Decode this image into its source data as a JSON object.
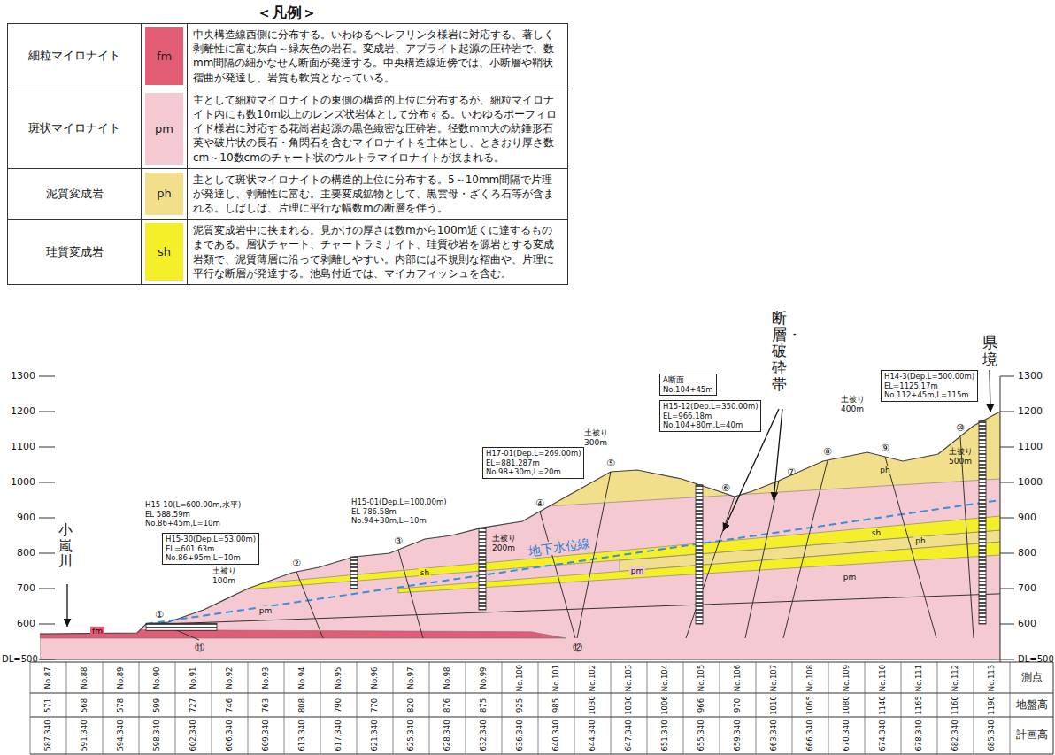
{
  "diagram": {
    "title": "＜凡例＞",
    "nodes": [
      {
        "text": [
          "H15-10(L=600.00m,水平)",
          "EL 588.59m",
          "No.86+45m,L=10m"
        ]
      },
      {
        "text": [
          "H15-30(Dep.L=53.00m)",
          "EL=601.63m",
          "No.86+95m,L=10m"
        ]
      },
      {
        "text": [
          "H15-01(Dep.L=100.00m)",
          "EL 786.58m",
          "No.94+30m,L=10m"
        ]
      },
      {
        "text": [
          "H17-01(Dep.L=269.00m)",
          "EL=881.287m",
          "No.98+30m,L=20m"
        ]
      },
      {
        "text": [
          "A断面",
          "No.104+45m"
        ]
      },
      {
        "text": [
          "H15-12(Dep.L=350.00m)",
          "EL=966.18m",
          "No.104+80m,L=40m"
        ]
      },
      {
        "text": [
          "H14-3(Dep.L=500.00m)",
          "EL=1125.17m",
          "No.112+45m,L=115m"
        ]
      }
    ],
    "labels": [
      "fm",
      "中央構造線西側に分布する。いわゆるヘレフリンタ様岩に対応する、著しく剥離性に富む灰白～緑灰色の岩石。変成岩、アプライト起源の圧砕岩で、数mm間隔の細かなせん断面が発達する。中央構造線近傍では、小断層や鞘状褶曲が発達し、岩質も軟質となっている。",
      "pm",
      "主として細粒マイロナイトの東側の構造的上位に分布するが、細粒マイロナイト内にも数10m以上のレンズ状岩体として分布する。いわゆるポーフィロイド様岩に対応する花崗岩起源の黒色緻密な圧砕岩。径数mm大の紡錘形石英や破片状の長石・角閃石を含むマイロナイトを主体とし、ときおり厚さ数cm～10数cmのチャート状のウルトラマイロナイトが挟まれる。",
      "ph",
      "主として斑状マイロナイトの構造的上位に分布する。5～10mm間隔で片理が発達し、剥離性に富む。主要変成鉱物として、黒雲母・ざくろ石等が含まれる。しばしば、片理に平行な幅数mの断層を伴う。",
      "sh",
      "泥質変成岩中に挟まれる。見かけの厚さは数mから100m近くに達するものまである。層状チャート、チャートラミナイト、珪質砂岩を源岩とする変成岩類で、泥質薄層に沿って剥離しやすい。内部には不規則な褶曲や、片理に平行な断層が発達する。池島付近では、マイカフィッシュを含む。",
      "断層・破砕帯",
      "県境",
      "小嵐川",
      "地下水位線",
      "1300",
      "1200",
      "1100",
      "1000",
      "900",
      "800",
      "700",
      "600",
      "DL=500",
      "1300",
      "1200",
      "1100",
      "1000",
      "900",
      "800",
      "700",
      "600",
      "DL=500",
      "土被り",
      "100m",
      "土被り",
      "200m",
      "土被り",
      "300m",
      "土被り",
      "400m",
      "土被り",
      "500m",
      "測点",
      "地盤高",
      "計画高",
      "No.87",
      "No.88",
      "No.89",
      "No.90",
      "No.91",
      "No.92",
      "No.93",
      "No.94",
      "No.95",
      "No.96",
      "No.97",
      "No.98",
      "No.99",
      "No.100",
      "No.101",
      "No.102",
      "No.103",
      "No.104",
      "No.105",
      "No.106",
      "No.107",
      "No.108",
      "No.109",
      "No.110",
      "No.111",
      "No.112",
      "No.113",
      "571",
      "568",
      "578",
      "599",
      "727",
      "746",
      "763",
      "808",
      "790",
      "770",
      "820",
      "876",
      "875",
      "925",
      "985",
      "1030",
      "1030",
      "1006",
      "966",
      "970",
      "1010",
      "1065",
      "1080",
      "1140",
      "1165",
      "1160",
      "1190",
      "587.340",
      "591.340",
      "594.340",
      "598.340",
      "602.340",
      "606.340",
      "609.340",
      "613.340",
      "617.340",
      "621.340",
      "625.340",
      "628.340",
      "632.340",
      "636.340",
      "640.340",
      "644.340",
      "647.340",
      "651.340",
      "655.340",
      "659.340",
      "663.340",
      "666.340",
      "670.340",
      "674.340",
      "678.340",
      "682.340",
      "685.340",
      "①",
      "②",
      "③",
      "④",
      "⑤",
      "⑥",
      "⑦",
      "⑧",
      "⑨",
      "⑩",
      "⑪",
      "⑫",
      "fm",
      "pm",
      "sh",
      "pm",
      "ph",
      "pm",
      "sh",
      "ph"
    ],
    "legend": [
      {
        "text": "細粒マイロナイト",
        "color": "#e25c74"
      },
      {
        "text": "斑状マイロナイト",
        "color": "#f4c9d1"
      },
      {
        "text": "泥質変成岩",
        "color": "#f2df8c"
      },
      {
        "text": "珪質変成岩",
        "color": "#f5ef2a"
      }
    ]
  }
}
